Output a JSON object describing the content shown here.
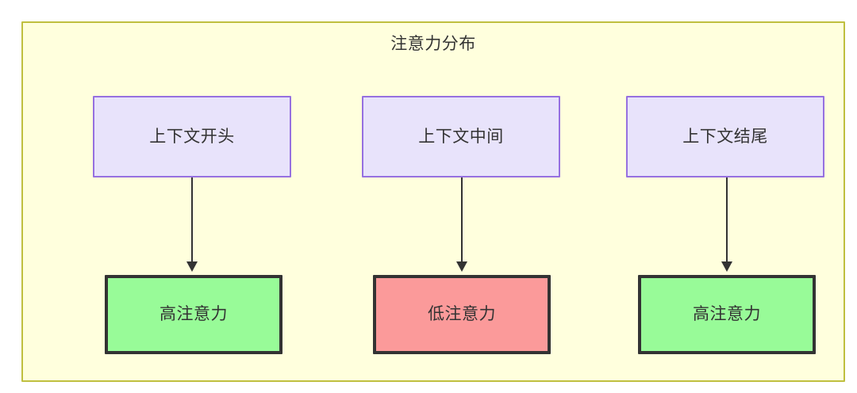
{
  "diagram": {
    "title": "注意力分布",
    "colors": {
      "container_fill": "#ffffdd",
      "container_border": "#bfbf3f",
      "context_fill": "#e8e3fb",
      "context_border": "#9670e0",
      "high_attention_fill": "#98fb98",
      "low_attention_fill": "#fb9a9a",
      "node_border_dark": "#333333",
      "arrow": "#333333",
      "text": "#333333"
    },
    "context_nodes": [
      {
        "label": "上下文开头"
      },
      {
        "label": "上下文中间"
      },
      {
        "label": "上下文结尾"
      }
    ],
    "level_nodes": [
      {
        "label": "高注意力",
        "level": "high"
      },
      {
        "label": "低注意力",
        "level": "low"
      },
      {
        "label": "高注意力",
        "level": "high"
      }
    ],
    "edges": [
      {
        "from": "上下文开头",
        "to": "高注意力",
        "style": "solid-arrow-down"
      },
      {
        "from": "上下文中间",
        "to": "低注意力",
        "style": "solid-arrow-down"
      },
      {
        "from": "上下文结尾",
        "to": "高注意力",
        "style": "solid-arrow-down"
      }
    ]
  }
}
